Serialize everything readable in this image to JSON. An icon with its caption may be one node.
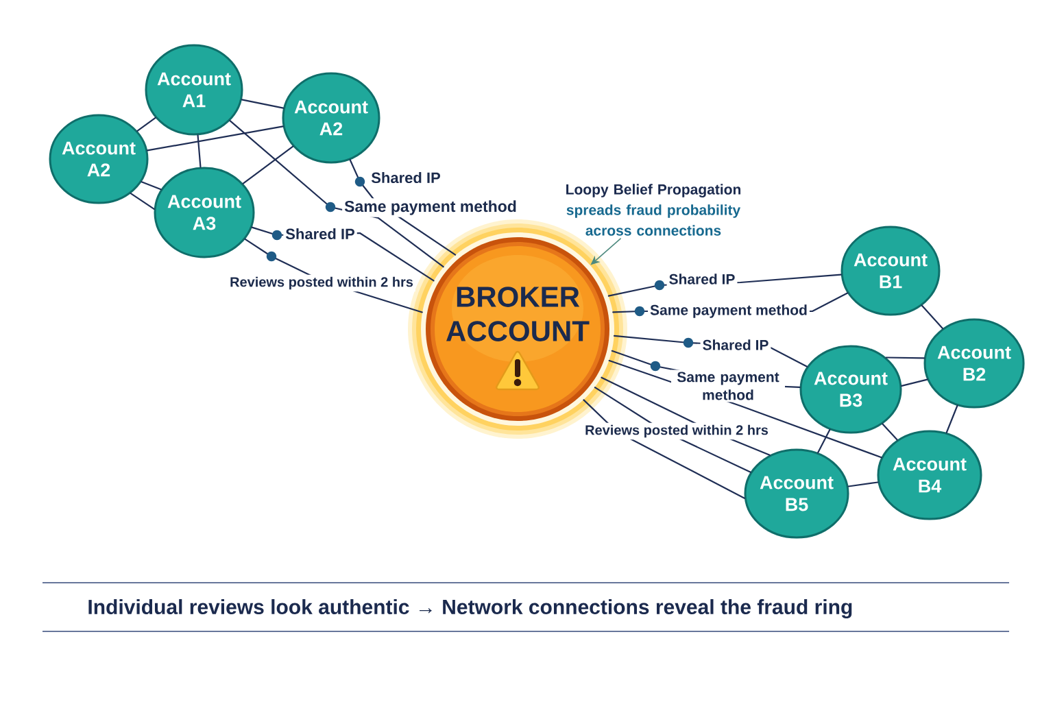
{
  "diagram": {
    "caption": "Individual reviews look authentic → Network connections reveal the fraud ring",
    "nodes": [
      {
        "text": [
          "Account A1"
        ]
      },
      {
        "text": [
          "Account A2"
        ]
      },
      {
        "text": [
          "Account A2"
        ]
      },
      {
        "text": [
          "Account A3"
        ]
      },
      {
        "text": [
          "Loopy Belief Propagation",
          "spreads fraud probability across connections"
        ]
      },
      {
        "text": [
          "BROKER ACCOUNT"
        ]
      },
      {
        "text": [
          "Account B1"
        ]
      },
      {
        "text": [
          "Account B2"
        ]
      },
      {
        "text": [
          "Account B3"
        ]
      },
      {
        "text": [
          "Account B4"
        ]
      },
      {
        "text": [
          "Account B5"
        ]
      }
    ],
    "edges": [
      {
        "from": 0,
        "to": 1,
        "arrow": "none"
      },
      {
        "from": 0,
        "to": 2,
        "arrow": "none"
      },
      {
        "from": 0,
        "to": 3,
        "arrow": "none"
      },
      {
        "from": 2,
        "to": 1,
        "arrow": "none"
      },
      {
        "from": 1,
        "to": 3,
        "arrow": "none"
      },
      {
        "from": 2,
        "to": 3,
        "arrow": "none"
      },
      {
        "from": 2,
        "to": 3,
        "arrow": "none"
      },
      {
        "from": 1,
        "to": 5,
        "arrow": "none",
        "label": "Shared IP"
      },
      {
        "from": 0,
        "to": 5,
        "arrow": "none",
        "label": "Same payment method"
      },
      {
        "from": 3,
        "to": 5,
        "arrow": "none",
        "label": "Shared IP"
      },
      {
        "from": 3,
        "to": 5,
        "arrow": "none",
        "label": "Reviews posted within 2 hrs"
      },
      {
        "from": 4,
        "to": 5,
        "arrow": "to",
        "color": "#4e8a7f"
      },
      {
        "from": 5,
        "to": 6,
        "arrow": "none",
        "label": "Shared IP"
      },
      {
        "from": 5,
        "to": 6,
        "arrow": "none",
        "label": "Same payment method"
      },
      {
        "from": 5,
        "to": 8,
        "arrow": "none",
        "label": "Shared IP"
      },
      {
        "from": 5,
        "to": 8,
        "arrow": "none",
        "label": "Same payment method"
      },
      {
        "from": 5,
        "to": 9,
        "arrow": "none"
      },
      {
        "from": 5,
        "to": 10,
        "arrow": "none"
      },
      {
        "from": 5,
        "to": 10,
        "arrow": "none",
        "label": "Reviews posted within 2 hrs"
      },
      {
        "from": 5,
        "to": 10,
        "arrow": "none"
      },
      {
        "from": 6,
        "to": 7,
        "arrow": "none"
      },
      {
        "from": 8,
        "to": 7,
        "arrow": "none"
      },
      {
        "from": 8,
        "to": 7,
        "arrow": "none"
      },
      {
        "from": 8,
        "to": 9,
        "arrow": "none"
      },
      {
        "from": 7,
        "to": 9,
        "arrow": "none"
      },
      {
        "from": 8,
        "to": 10,
        "arrow": "none"
      },
      {
        "from": 10,
        "to": 9,
        "arrow": "none"
      }
    ]
  }
}
